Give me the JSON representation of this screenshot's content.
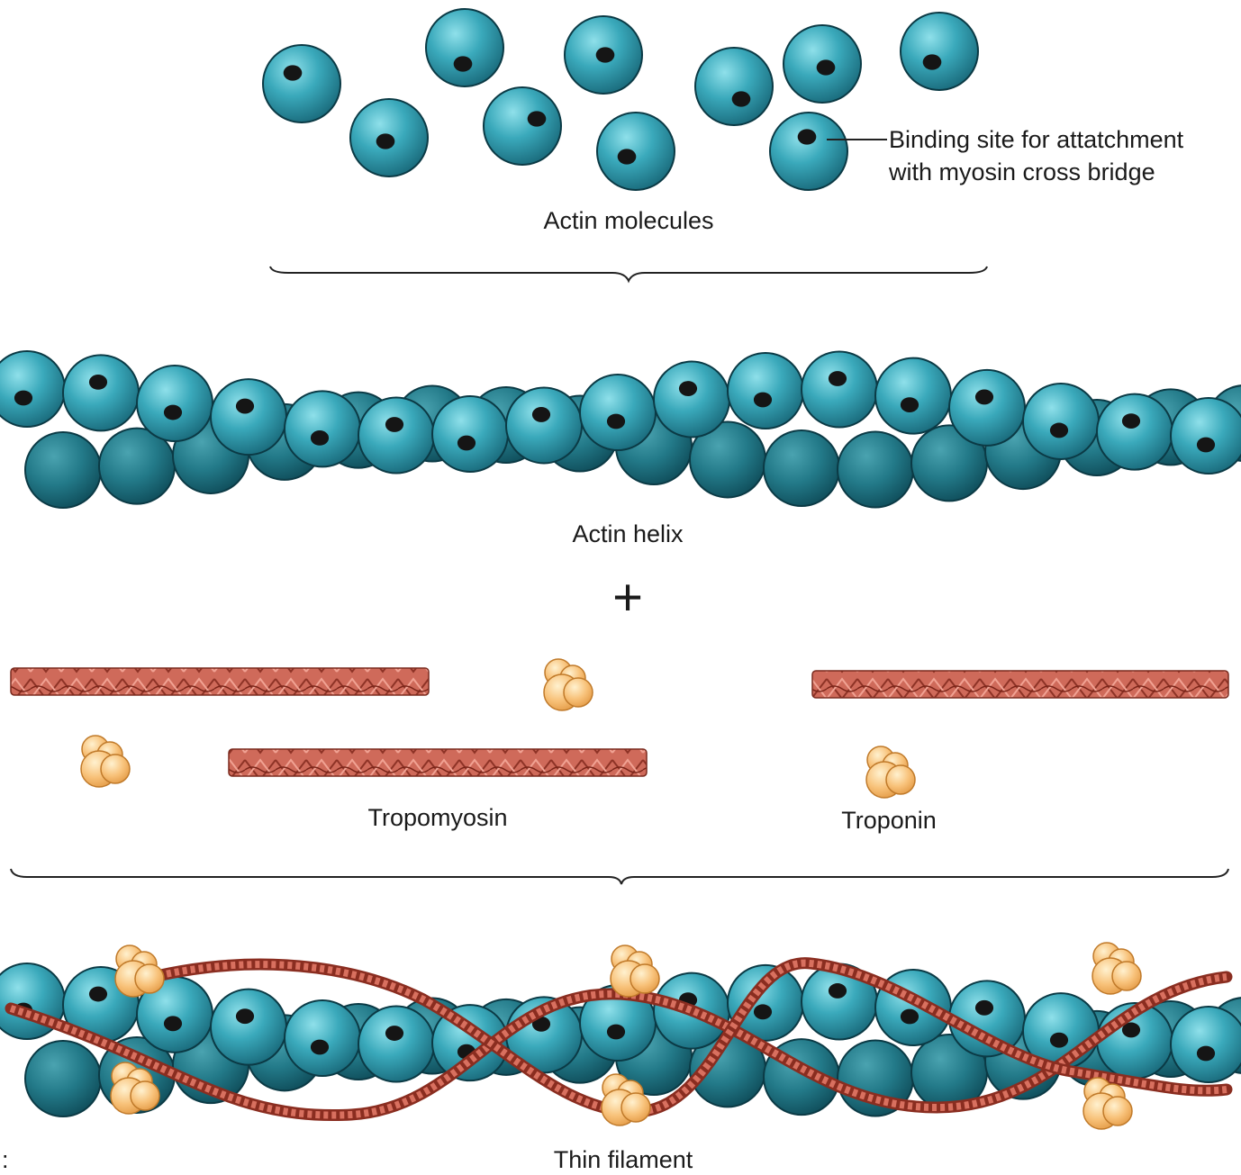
{
  "labels": {
    "binding_site_line1": "Binding site for attatchment",
    "binding_site_line2": "with myosin cross bridge",
    "actin_molecules": "Actin molecules",
    "actin_helix": "Actin helix",
    "plus": "+",
    "tropomyosin": "Tropomyosin",
    "troponin": "Troponin",
    "thin_filament": "Thin filament",
    "corner_mark": ":"
  },
  "colors": {
    "actin_light": "#5fc3d2",
    "actin_mid": "#2a8fa2",
    "actin_dark": "#0f4e5e",
    "binding_site": "#151515",
    "tropomyosin": "#c0584a",
    "tropomyosin_light": "#e48a7a",
    "troponin": "#f6b35c",
    "troponin_light": "#ffe4b0"
  }
}
